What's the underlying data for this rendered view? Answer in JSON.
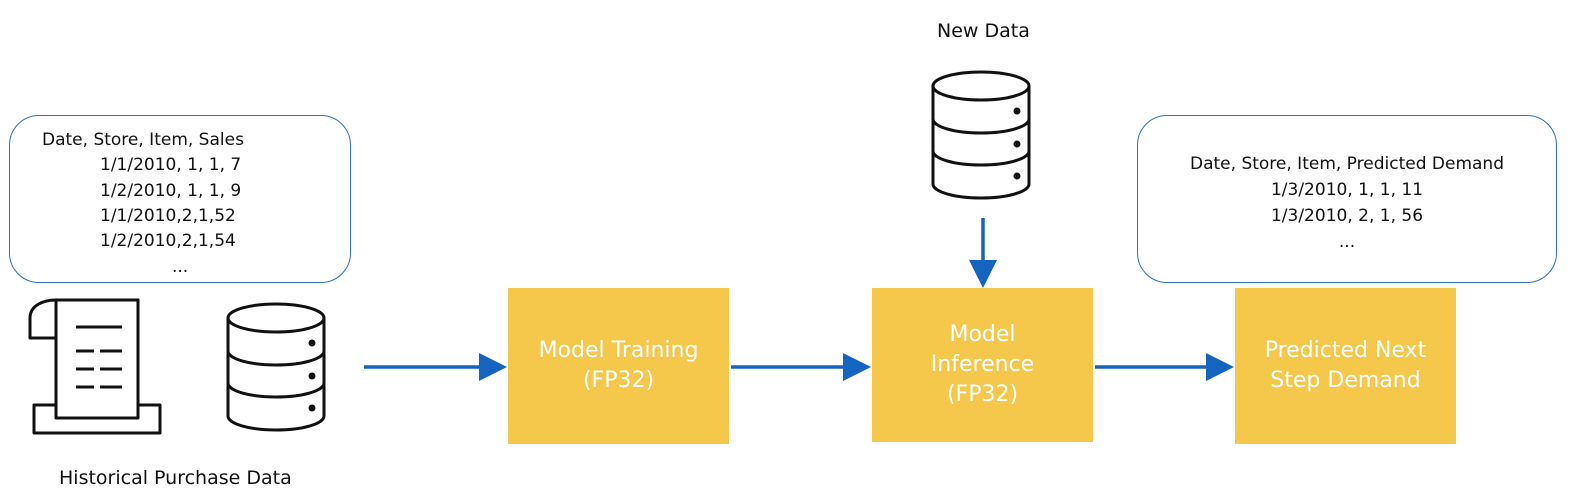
{
  "historical": {
    "header": "Date, Store, Item, Sales",
    "rows": [
      "1/1/2010, 1, 1, 7",
      "1/2/2010, 1, 1, 9",
      "1/1/2010,2,1,52",
      "1/2/2010,2,1,54"
    ],
    "ellipsis": "...",
    "label": "Historical Purchase Data"
  },
  "new_data": {
    "label": "New Data"
  },
  "boxes": {
    "training": [
      "Model Training",
      "(FP32)"
    ],
    "inference": [
      "Model",
      "Inference",
      "(FP32)"
    ],
    "predicted": [
      "Predicted Next",
      "Step Demand"
    ]
  },
  "prediction": {
    "header": "Date, Store, Item, Predicted Demand",
    "rows": [
      "1/3/2010, 1, 1, 11",
      "1/3/2010, 2, 1, 56"
    ],
    "ellipsis": "..."
  },
  "colors": {
    "box_fill": "#f5c84c",
    "arrow": "#1565c0",
    "callout_border": "#2e75b6",
    "box_text": "#ffffff"
  }
}
